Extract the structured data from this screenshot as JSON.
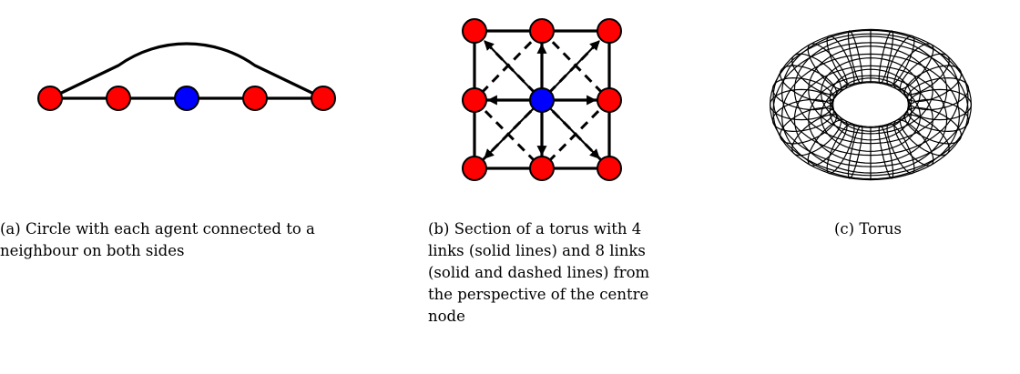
{
  "colors": {
    "agent": "#ff0000",
    "centre_agent": "#0000ff",
    "line": "#000000"
  },
  "captions": {
    "a_label": "(a)",
    "a_text": "Circle with each agent connected to a neighbour on both sides",
    "b_label": "(b)",
    "b_text": "Section of a torus with 4 links (solid lines) and 8 links (solid and dashed lines) from the perspective of the centre node",
    "c_label": "(c)",
    "c_text": "Torus"
  }
}
